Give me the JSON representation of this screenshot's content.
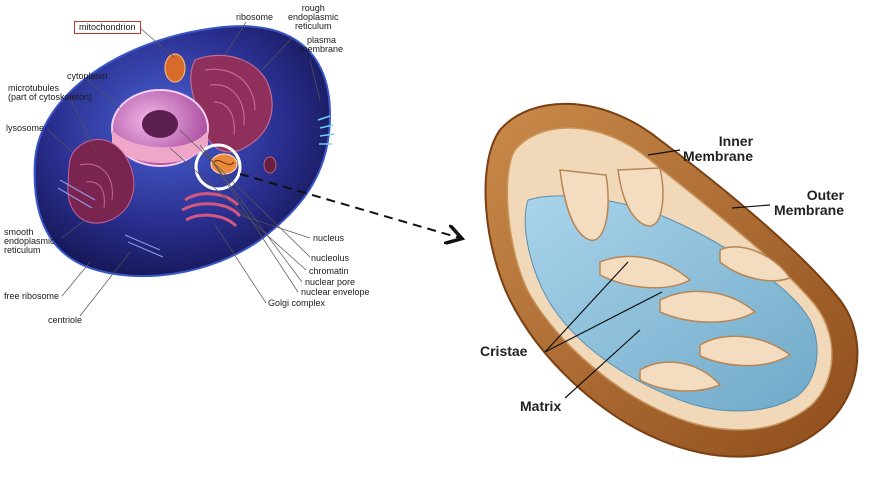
{
  "cell_labels": {
    "mitochondrion": "mitochondrion",
    "ribosome": "ribosome",
    "rough_er": "rough\nendoplasmic\nreticulum",
    "plasma_membrane": "plasma\nmembrane",
    "cytoplasm": "cytoplasm",
    "microtubules": "microtubules\n(part of cytoskeleton)",
    "lysosome": "lysosome",
    "smooth_er": "smooth\nendoplasmic\nreticulum",
    "free_ribosome": "free ribosome",
    "centriole": "centriole",
    "nucleus": "nucleus",
    "nucleolus": "nucleolus",
    "chromatin": "chromatin",
    "nuclear_pore": "nuclear pore",
    "nuclear_envelope": "nuclear envelope",
    "golgi_complex": "Golgi complex"
  },
  "mito_labels": {
    "inner_membrane": "Inner\nMembrane",
    "outer_membrane": "Outer\nMembrane",
    "cristae": "Cristae",
    "matrix": "Matrix"
  },
  "colors": {
    "cell_body": "#2a2f8f",
    "cell_edge": "#3a57c8",
    "organelle": "#a23a6a",
    "nucleus": "#c45aa8",
    "mito_outer": "#b7692a",
    "mito_inner": "#e8c9a3",
    "matrix": "#8fc3de",
    "highlight_circle": "#ffffff"
  }
}
